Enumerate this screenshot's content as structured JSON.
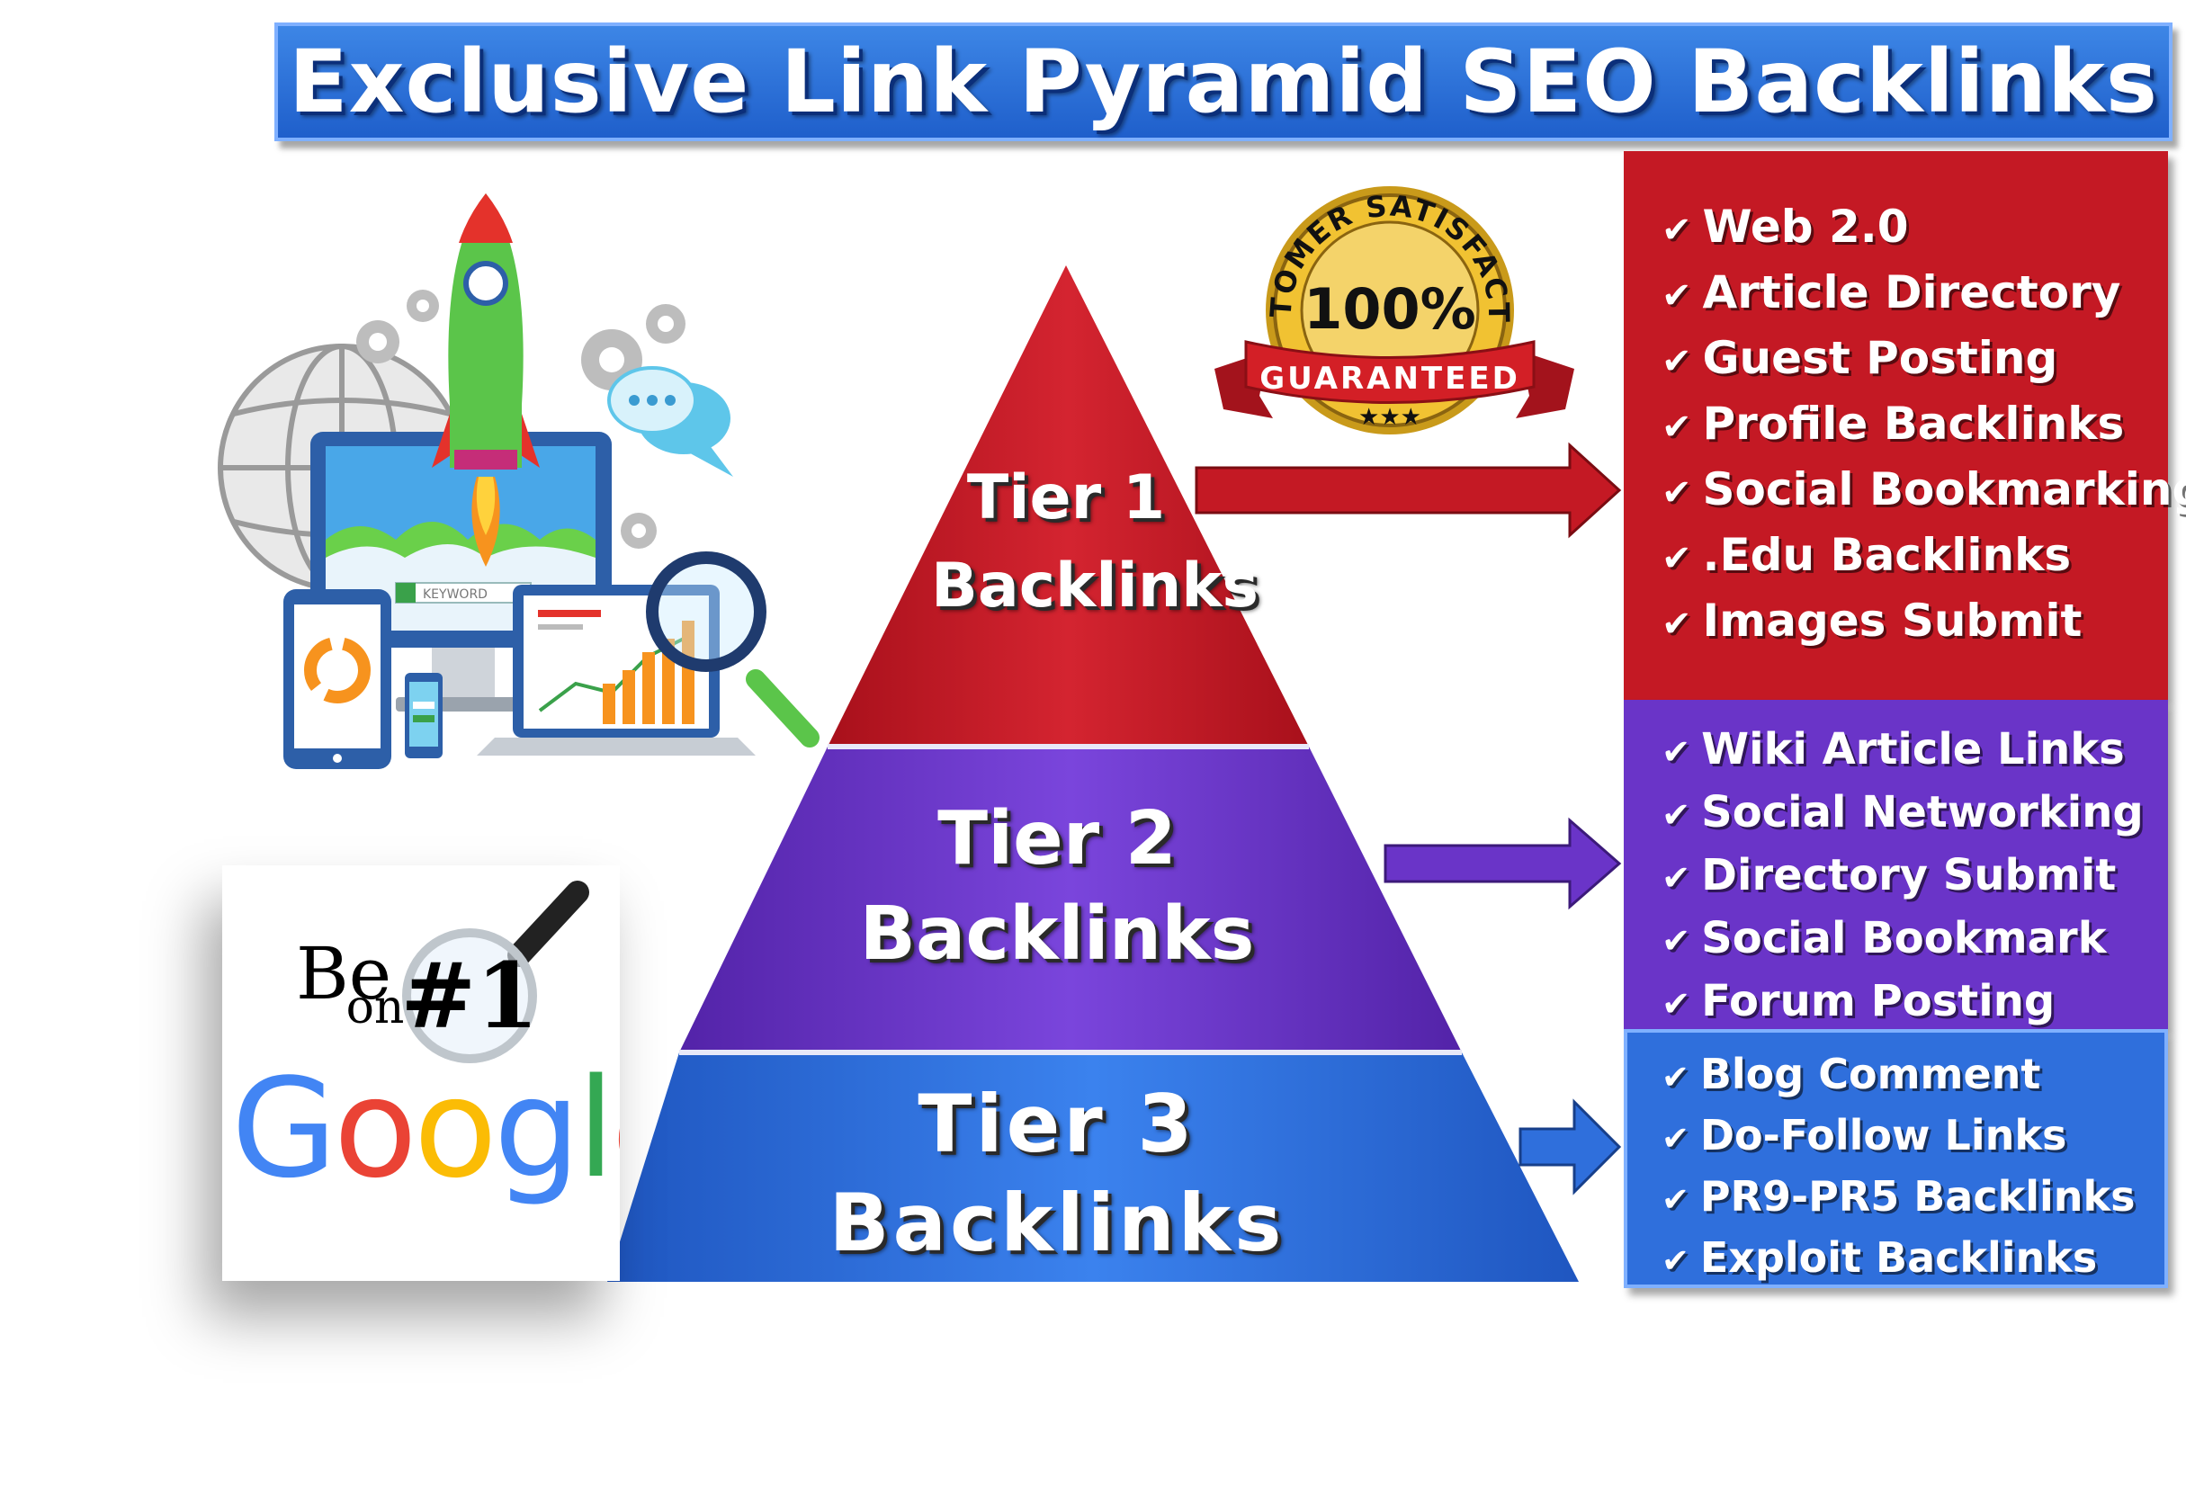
{
  "title": "Exclusive Link Pyramid SEO Backlinks",
  "colors": {
    "tier1": "#c41924",
    "tier2": "#6a34c8",
    "tier3": "#2f6fdc",
    "banner": "#2f72dd"
  },
  "pyramid": {
    "tiers": [
      {
        "line1": "Tier 1",
        "line2": "Backlinks"
      },
      {
        "line1": "Tier 2",
        "line2": "Backlinks"
      },
      {
        "line1": "Tier 3",
        "line2": "Backlinks"
      }
    ]
  },
  "lists": {
    "tier1": [
      "Web 2.0",
      "Article Directory",
      "Guest Posting",
      "Profile Backlinks",
      "Social Bookmarking",
      ".Edu Backlinks",
      "Images Submit"
    ],
    "tier2": [
      "Wiki Article Links",
      "Social Networking",
      "Directory Submit",
      "Social Bookmark",
      "Forum Posting"
    ],
    "tier3": [
      "Blog Comment",
      "Do-Follow Links",
      "PR9-PR5 Backlinks",
      "Exploit Backlinks"
    ]
  },
  "check_glyph": "✔",
  "badge": {
    "top_text": "CUSTOMER SATISFACTION",
    "percent": "100%",
    "ribbon": "GUARANTEED",
    "stars": "★★★"
  },
  "illustration": {
    "keyword_label": "KEYWORD",
    "icons": [
      "rocket-icon",
      "globe-icon",
      "gear-icon",
      "chat-bubble-icon",
      "magnifier-icon",
      "monitor-icon",
      "tablet-icon",
      "phone-icon",
      "laptop-icon"
    ]
  },
  "google_box": {
    "be": "Be",
    "on": "on",
    "rank": "#1",
    "brand": [
      "G",
      "o",
      "o",
      "g",
      "l",
      "e"
    ],
    "brand_colors": [
      "#4285f4",
      "#ea4335",
      "#fbbc05",
      "#4285f4",
      "#34a853",
      "#ea4335"
    ]
  }
}
